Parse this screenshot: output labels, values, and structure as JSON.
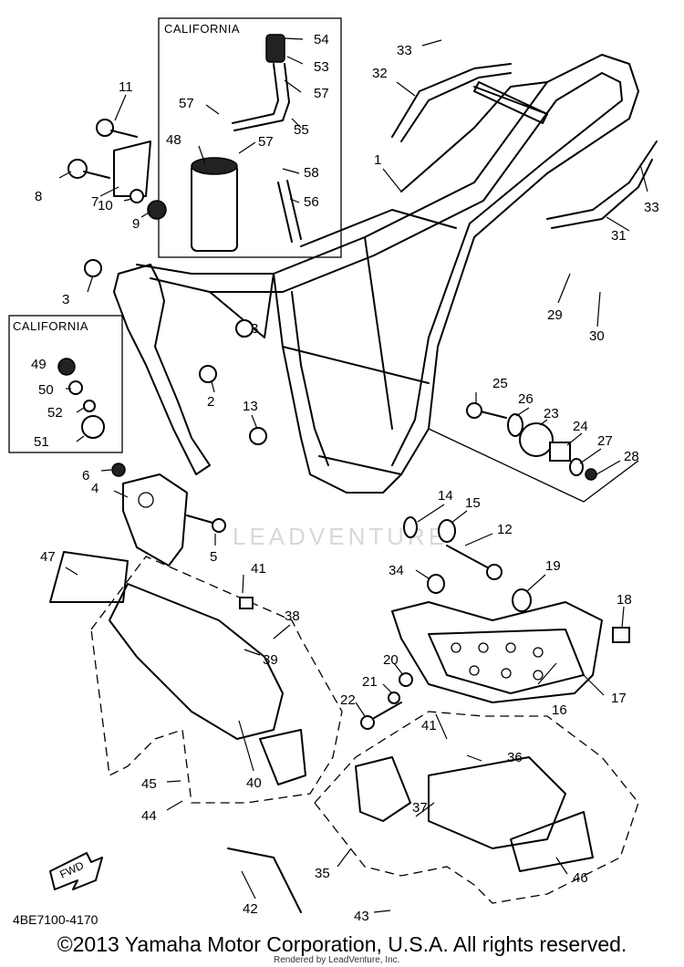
{
  "diagram": {
    "catalog_number": "4BE7100-4170",
    "watermark": "LEADVENTURE",
    "boxes": {
      "california_top": "CALIFORNIA",
      "california_left": "CALIFORNIA"
    },
    "fwd_label": "FWD",
    "callouts": [
      "1",
      "2",
      "3",
      "3",
      "4",
      "5",
      "6",
      "7",
      "8",
      "9",
      "10",
      "11",
      "12",
      "13",
      "14",
      "15",
      "16",
      "17",
      "18",
      "19",
      "20",
      "21",
      "22",
      "23",
      "24",
      "25",
      "26",
      "27",
      "28",
      "29",
      "30",
      "31",
      "32",
      "33",
      "33",
      "34",
      "35",
      "36",
      "37",
      "38",
      "39",
      "40",
      "41",
      "41",
      "42",
      "43",
      "44",
      "45",
      "46",
      "47",
      "48",
      "49",
      "50",
      "51",
      "52",
      "53",
      "54",
      "55",
      "56",
      "57",
      "57",
      "57",
      "58"
    ]
  },
  "footer": {
    "copyright": "©2013 Yamaha Motor Corporation, U.S.A. All rights reserved.",
    "rendered_by": "Rendered by LeadVenture, Inc."
  }
}
